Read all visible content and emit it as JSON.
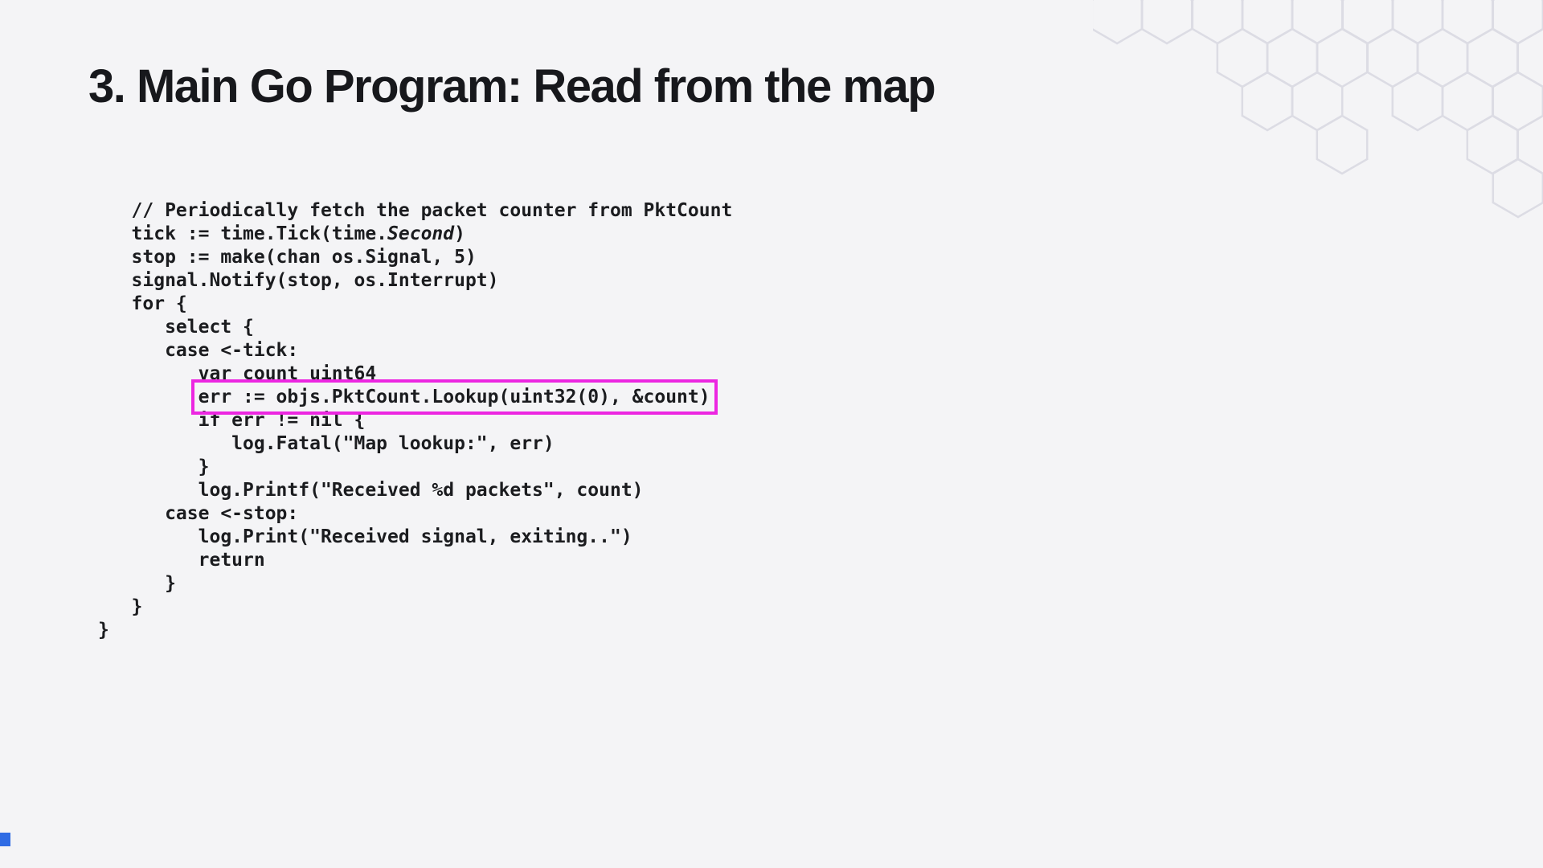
{
  "slide": {
    "title": "3. Main Go Program: Read from the map"
  },
  "code": {
    "language": "go",
    "lines": [
      {
        "segments": [
          {
            "text": "   // Periodically fetch the packet counter from PktCount"
          }
        ]
      },
      {
        "segments": [
          {
            "text": "   tick := time.Tick(time."
          },
          {
            "text": "Second",
            "italic": true
          },
          {
            "text": ")"
          }
        ]
      },
      {
        "segments": [
          {
            "text": "   stop := make(chan os.Signal, 5)"
          }
        ]
      },
      {
        "segments": [
          {
            "text": "   signal.Notify(stop, os.Interrupt)"
          }
        ]
      },
      {
        "segments": [
          {
            "text": "   for {"
          }
        ]
      },
      {
        "segments": [
          {
            "text": "      select {"
          }
        ]
      },
      {
        "segments": [
          {
            "text": "      case <-tick:"
          }
        ]
      },
      {
        "segments": [
          {
            "text": "         var count uint64"
          }
        ]
      },
      {
        "segments": [
          {
            "text": "         err := objs.PktCount.Lookup(uint32(0), &count)"
          }
        ],
        "highlighted": true
      },
      {
        "segments": [
          {
            "text": "         if err != nil {"
          }
        ]
      },
      {
        "segments": [
          {
            "text": "            log.Fatal(\"Map lookup:\", err)"
          }
        ]
      },
      {
        "segments": [
          {
            "text": "         }"
          }
        ]
      },
      {
        "segments": [
          {
            "text": "         log.Printf(\"Received %d packets\", count)"
          }
        ]
      },
      {
        "segments": [
          {
            "text": "      case <-stop:"
          }
        ]
      },
      {
        "segments": [
          {
            "text": "         log.Print(\"Received signal, exiting..\")"
          }
        ]
      },
      {
        "segments": [
          {
            "text": "         return"
          }
        ]
      },
      {
        "segments": [
          {
            "text": "      }"
          }
        ]
      },
      {
        "segments": [
          {
            "text": "   }"
          }
        ]
      },
      {
        "segments": [
          {
            "text": "}"
          }
        ]
      }
    ]
  },
  "theme": {
    "background": "#f4f4f6",
    "title_color": "#17181c",
    "code_color": "#1b1c1f",
    "highlight_box_color": "#ec26e1",
    "hexagon_stroke": "#dcdce4",
    "corner_accent_color": "#2f6be4"
  }
}
